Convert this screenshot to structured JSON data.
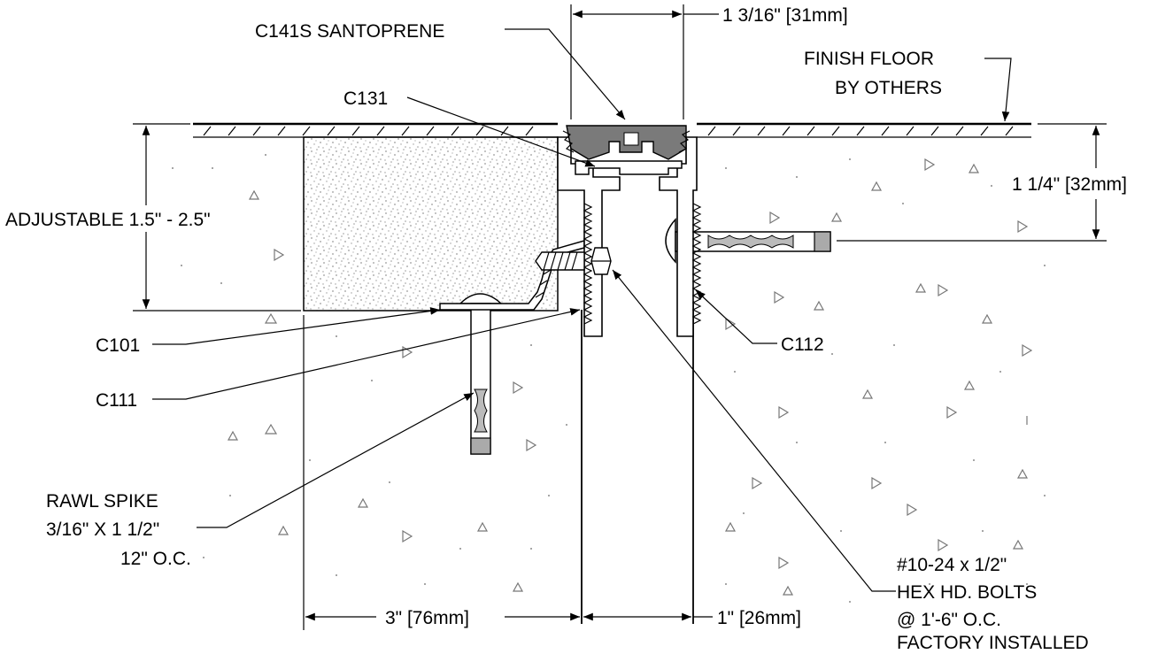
{
  "labels": {
    "santoprene": "C141S SANTOPRENE",
    "width_top": "1 3/16\" [31mm]",
    "finish_floor_1": "FINISH FLOOR",
    "finish_floor_2": "BY OTHERS",
    "c131": "C131",
    "adjustable": "ADJUSTABLE 1.5\" - 2.5\"",
    "depth_right": "1 1/4\" [32mm]",
    "c101": "C101",
    "c111": "C111",
    "c112": "C112",
    "rawl_1": "RAWL SPIKE",
    "rawl_2": "3/16\" X 1 1/2\"",
    "rawl_3": "12\" O.C.",
    "bolt_1": "#10-24  x 1/2\"",
    "bolt_2": "HEX HD. BOLTS",
    "bolt_3": "@ 1'-6\" O.C.",
    "bolt_4": "FACTORY INSTALLED",
    "dim_3in": "3\" [76mm]",
    "dim_1in": "1\" [26mm]"
  },
  "colors": {
    "line": "#000000",
    "concrete_speckle": "#8a8a8a",
    "grout": "#b5b5b5",
    "gasket": "#777777"
  }
}
